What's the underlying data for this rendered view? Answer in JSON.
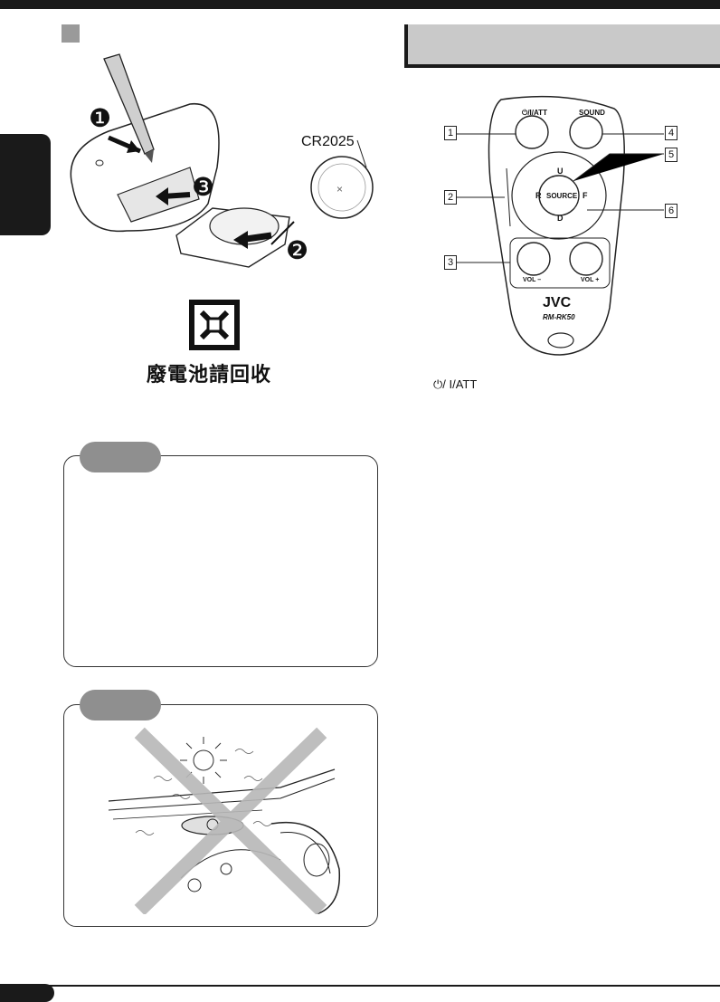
{
  "battery": {
    "type_label": "CR2025",
    "steps": [
      "❶",
      "❷",
      "❸"
    ],
    "recycle_text": "廢電池請回收"
  },
  "remote": {
    "callouts": [
      "1",
      "2",
      "3",
      "4",
      "5",
      "6"
    ],
    "buttons": {
      "power": "⏻/I/ATT",
      "sound": "SOUND",
      "source": "SOURCE",
      "up": "U",
      "down": "D",
      "left": "R",
      "right": "F",
      "vol_minus": "VOL –",
      "vol_plus": "VOL +"
    },
    "brand": "JVC",
    "model": "RM-RK50"
  },
  "legend": {
    "power_label": "⏻/ I/ATT"
  },
  "colors": {
    "dark": "#1a1a1a",
    "heading_gray": "#c9c9c9",
    "pill_gray": "#8f8f8f",
    "cross_gray": "#b8b8b8"
  }
}
